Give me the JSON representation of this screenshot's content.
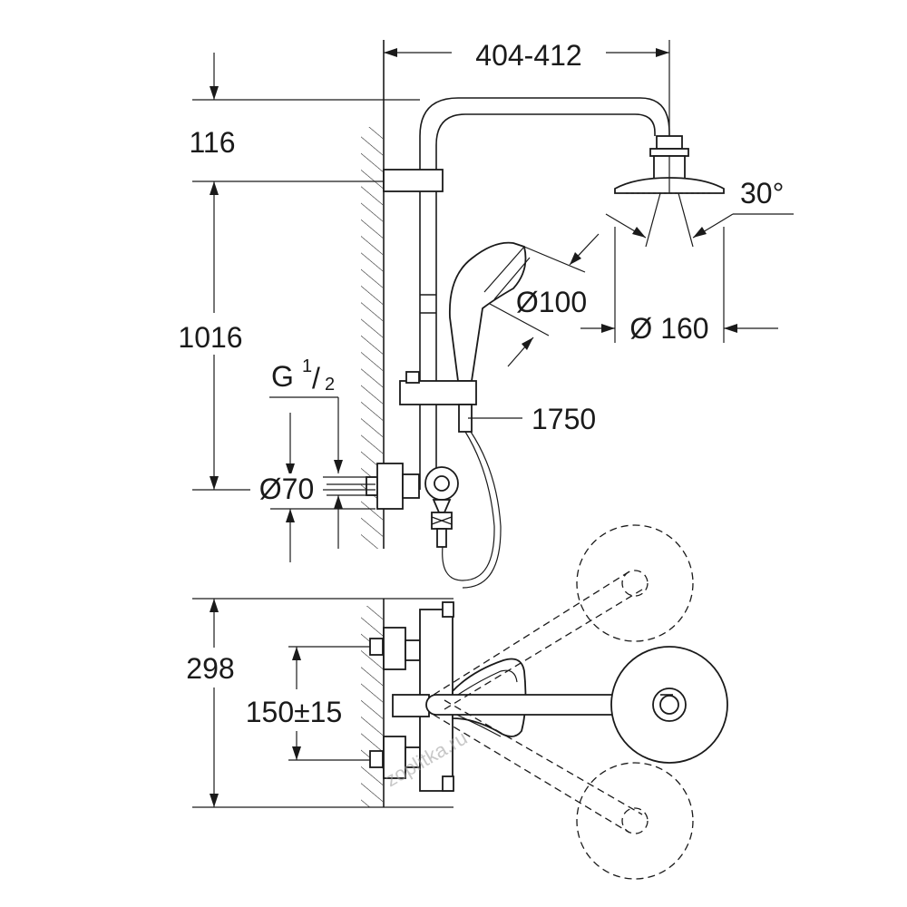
{
  "dimensions": {
    "arm_reach": "404-412",
    "head_offset": "116",
    "rail_length": "1016",
    "connection_thread_prefix": "G",
    "connection_thread_num": "1",
    "connection_thread_den": "2",
    "flange_diameter": "Ø70",
    "hand_shower_diameter": "Ø100",
    "head_shower_diameter": "Ø 160",
    "spray_angle": "30°",
    "hose_length": "1750",
    "mixer_height": "298",
    "centres": "150±15"
  },
  "watermark": "zoplitka.ru"
}
